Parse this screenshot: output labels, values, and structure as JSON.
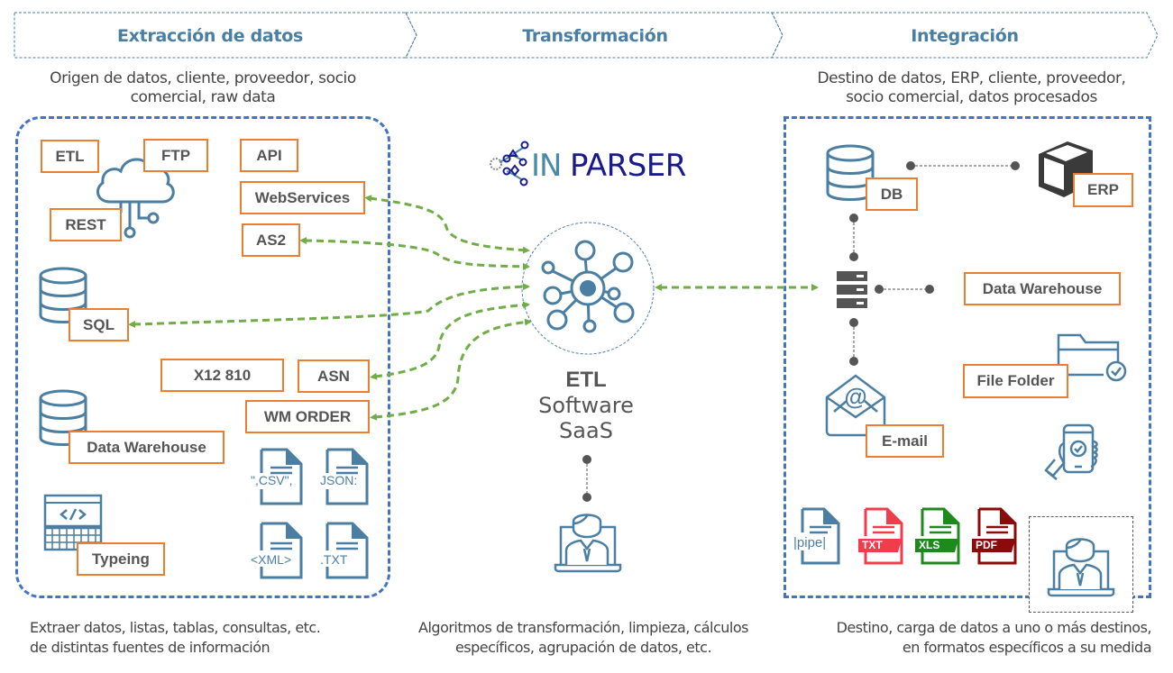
{
  "stages": [
    {
      "label": "Extracción de datos"
    },
    {
      "label": "Transformación"
    },
    {
      "label": "Integración"
    }
  ],
  "descriptions": {
    "source": "Origen de datos, cliente, proveedor, socio comercial, raw data",
    "source_line1": "Origen de datos, cliente, proveedor, socio",
    "source_line2": "comercial, raw data",
    "destination_line1": "Destino de datos, ERP, cliente, proveedor,",
    "destination_line2": "socio comercial, datos procesados"
  },
  "logo": {
    "prefix": "IN",
    "suffix": "PARSER",
    "prefix_color": "#4a8aa8",
    "suffix_color": "#1a1a8c"
  },
  "center": {
    "title": "ETL",
    "line2": "Software",
    "line3": "SaaS"
  },
  "sources": {
    "tags": [
      "ETL",
      "FTP",
      "REST",
      "API",
      "WebServices",
      "AS2",
      "SQL",
      "X12 810",
      "ASN",
      "WM ORDER",
      "Data Warehouse",
      "Typeing"
    ],
    "file_formats": [
      "\",CSV\",",
      "JSON:",
      "<XML>",
      ".TXT"
    ]
  },
  "destinations": {
    "tags": [
      "DB",
      "ERP",
      "Data Warehouse",
      "File Folder",
      "E-mail"
    ],
    "file_formats": [
      {
        "label": "|pipe|",
        "color": "#4a7ea2"
      },
      {
        "label": "TXT",
        "color": "#f03c4b"
      },
      {
        "label": "XLS",
        "color": "#1e8a1e"
      },
      {
        "label": "PDF",
        "color": "#8b0a0a"
      }
    ]
  },
  "footer": {
    "left_line1": "Extraer datos, listas, tablas, consultas, etc.",
    "left_line2": "de distintas fuentes de información",
    "mid_line1": "Algoritmos de transformación, limpieza, cálculos",
    "mid_line2": "específicos, agrupación de datos, etc.",
    "right_line1": "Destino, carga de datos a uno o más destinos,",
    "right_line2": "en formatos específicos a su medida"
  },
  "colors": {
    "accent_blue": "#4a7ea2",
    "panel_border": "#4472c4",
    "tag_border": "#ed7d31",
    "flow_arrow": "#70ad47",
    "connector": "#555555"
  }
}
